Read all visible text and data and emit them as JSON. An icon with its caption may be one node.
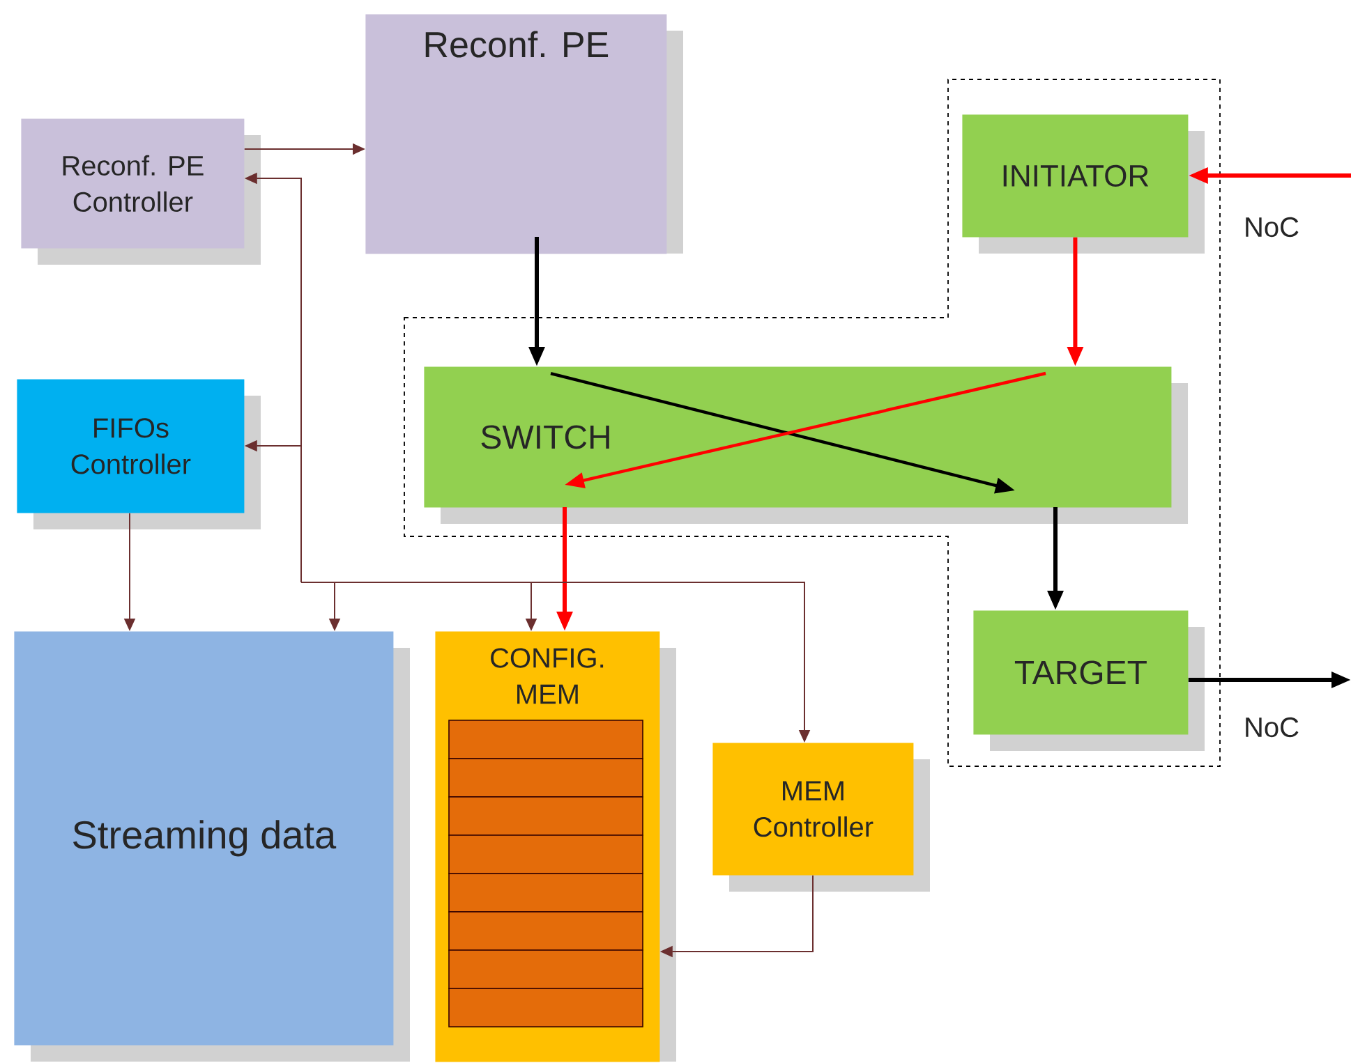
{
  "diagram": {
    "nodes": [
      {
        "text": [
          "Reconf. PE Controller"
        ]
      },
      {
        "text": [
          "Reconf. PE"
        ]
      },
      {
        "text": [
          "FIFOs Controller"
        ]
      },
      {
        "text": [
          "INITIATOR"
        ]
      },
      {
        "text": [
          "SWITCH"
        ]
      },
      {
        "text": [
          "TARGET"
        ]
      },
      {
        "text": [
          "Streaming data"
        ]
      },
      {
        "text": [
          "CONFIG. MEM"
        ]
      },
      {
        "text": [
          "MEM Controller"
        ]
      }
    ],
    "edges": [
      {
        "from": 0,
        "to": 1,
        "arrow": "to"
      },
      {
        "from": 1,
        "to": 4,
        "arrow": "to",
        "style": "thick",
        "color": "#000000"
      },
      {
        "from": 3,
        "to": 4,
        "arrow": "to",
        "style": "thick",
        "color": "#ff0000"
      },
      {
        "from": 4,
        "to": 7,
        "arrow": "to",
        "style": "thick",
        "color": "#ff0000"
      },
      {
        "from": 4,
        "to": 5,
        "arrow": "to",
        "style": "thick",
        "color": "#000000"
      },
      {
        "from": null,
        "to": 3,
        "arrow": "to",
        "label": "NoC",
        "style": "thick",
        "color": "#ff0000"
      },
      {
        "from": 5,
        "to": null,
        "arrow": "to",
        "label": "NoC",
        "style": "thick",
        "color": "#000000"
      },
      {
        "from": null,
        "to": 0,
        "arrow": "to"
      },
      {
        "from": null,
        "to": 2,
        "arrow": "to"
      },
      {
        "from": null,
        "to": 6,
        "arrow": "to"
      },
      {
        "from": null,
        "to": 7,
        "arrow": "to"
      },
      {
        "from": null,
        "to": 8,
        "arrow": "to"
      },
      {
        "from": 2,
        "to": 6,
        "arrow": "to"
      },
      {
        "from": 8,
        "to": 7,
        "arrow": "to"
      }
    ]
  }
}
